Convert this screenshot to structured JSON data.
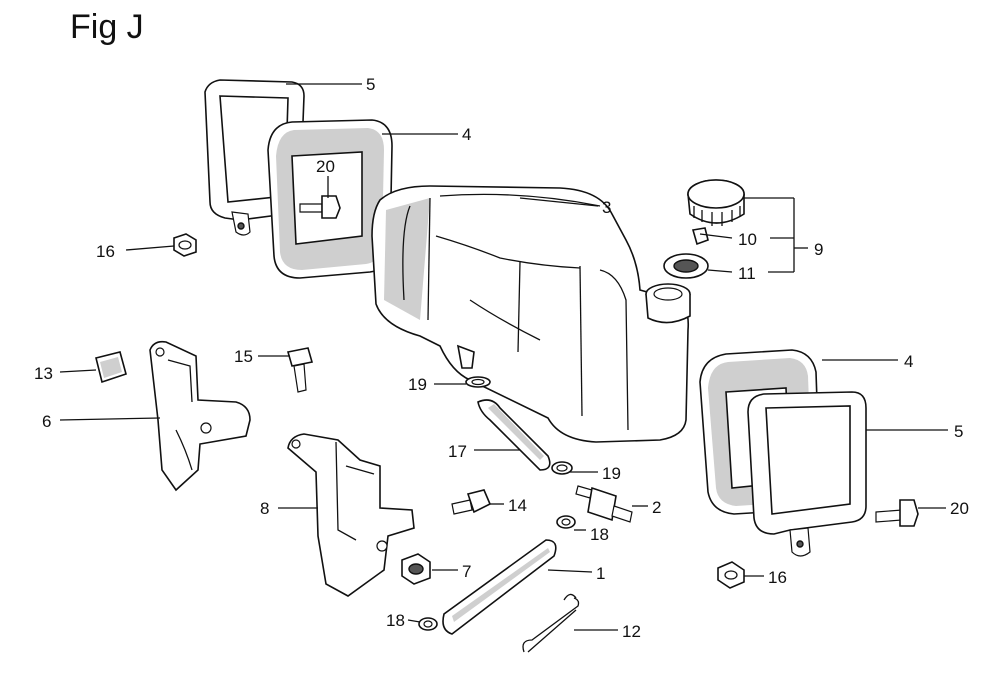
{
  "figure": {
    "title": "Fig J"
  },
  "callouts": {
    "c1": "1",
    "c2": "2",
    "c3": "3",
    "c4a": "4",
    "c4b": "4",
    "c5a": "5",
    "c5b": "5",
    "c6": "6",
    "c7": "7",
    "c8": "8",
    "c9": "9",
    "c10": "10",
    "c11": "11",
    "c12": "12",
    "c13": "13",
    "c14": "14",
    "c15": "15",
    "c16a": "16",
    "c16b": "16",
    "c17": "17",
    "c18a": "18",
    "c18b": "18",
    "c19a": "19",
    "c19b": "19",
    "c20a": "20",
    "c20b": "20"
  }
}
